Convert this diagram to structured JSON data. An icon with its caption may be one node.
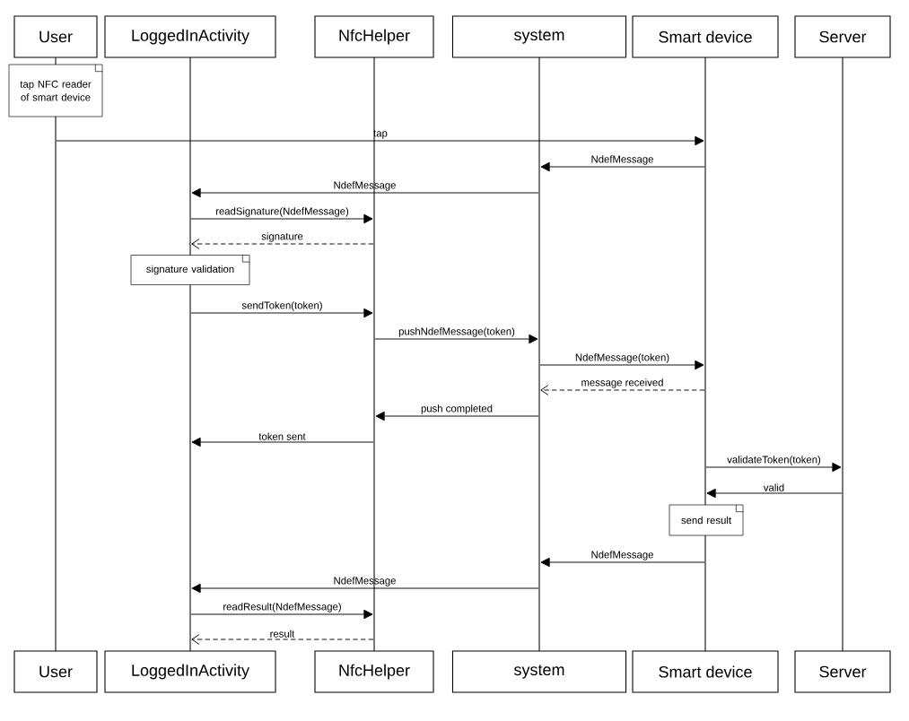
{
  "diagram": {
    "nodes": [
      {
        "text": [
          "User"
        ]
      },
      {
        "text": [
          "LoggedInActivity"
        ]
      },
      {
        "text": [
          "NfcHelper"
        ]
      },
      {
        "text": [
          "system"
        ]
      },
      {
        "text": [
          "Smart device"
        ]
      },
      {
        "text": [
          "Server"
        ]
      },
      {
        "text": [
          "tap NFC reader of smart device"
        ]
      },
      {
        "text": [
          "signature validation"
        ]
      },
      {
        "text": [
          "send result"
        ]
      },
      {
        "text": [
          "User"
        ]
      },
      {
        "text": [
          "LoggedInActivity"
        ]
      },
      {
        "text": [
          "NfcHelper"
        ]
      },
      {
        "text": [
          "system"
        ]
      },
      {
        "text": [
          "Smart device"
        ]
      },
      {
        "text": [
          "Server"
        ]
      },
      {
        "text": [],
        "shape": "bar"
      },
      {
        "text": [],
        "shape": "bar"
      },
      {
        "text": [],
        "shape": "bar"
      },
      {
        "text": [],
        "shape": "bar"
      },
      {
        "text": [],
        "shape": "bar"
      },
      {
        "text": [],
        "shape": "bar"
      },
      {
        "text": [],
        "shape": "bar"
      },
      {
        "text": [],
        "shape": "bar"
      }
    ],
    "edges": [
      {
        "from": 15,
        "to": 20,
        "arrow": "to",
        "label": "tap"
      },
      {
        "from": 20,
        "to": 19,
        "arrow": "to",
        "label": "NdefMessage"
      },
      {
        "from": 19,
        "to": 16,
        "arrow": "to",
        "label": "NdefMessage"
      },
      {
        "from": 16,
        "to": 18,
        "arrow": "to",
        "label": "readSignature(NdefMessage)"
      },
      {
        "from": 18,
        "to": 16,
        "arrow": "to",
        "label": "signature",
        "style": "dashed"
      },
      {
        "from": 17,
        "to": 18,
        "arrow": "to",
        "label": "sendToken(token)"
      },
      {
        "from": 18,
        "to": 19,
        "arrow": "to",
        "label": "pushNdefMessage(token)"
      },
      {
        "from": 19,
        "to": 20,
        "arrow": "to",
        "label": "NdefMessage(token)"
      },
      {
        "from": 20,
        "to": 19,
        "arrow": "to",
        "label": "message received",
        "style": "dashed"
      },
      {
        "from": 19,
        "to": 18,
        "arrow": "to",
        "label": "push completed"
      },
      {
        "from": 18,
        "to": 17,
        "arrow": "to",
        "label": "token sent"
      },
      {
        "from": 20,
        "to": 22,
        "arrow": "to",
        "label": "validateToken(token)"
      },
      {
        "from": 22,
        "to": 20,
        "arrow": "to",
        "label": "valid"
      },
      {
        "from": 21,
        "to": 19,
        "arrow": "to",
        "label": "NdefMessage"
      },
      {
        "from": 19,
        "to": 17,
        "arrow": "to",
        "label": "NdefMessage"
      },
      {
        "from": 17,
        "to": 18,
        "arrow": "to",
        "label": "readResult(NdefMessage)"
      },
      {
        "from": 18,
        "to": 17,
        "arrow": "to",
        "label": "result",
        "style": "dashed"
      }
    ]
  }
}
